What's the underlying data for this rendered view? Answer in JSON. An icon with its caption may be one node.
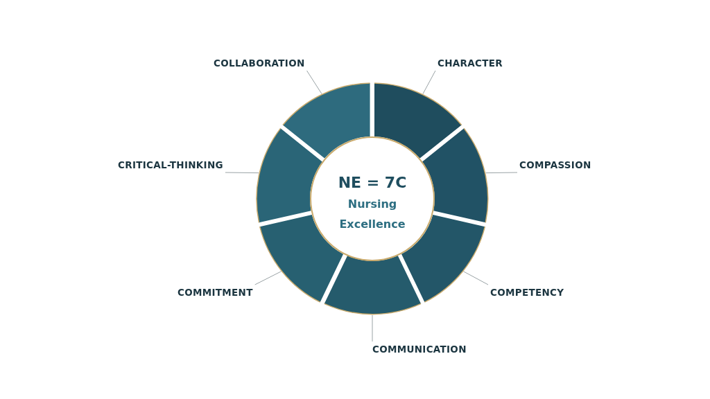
{
  "diagram": {
    "nodes": [
      {
        "text": [
          "NE = 7C",
          "Nursing Excellence"
        ]
      },
      {
        "text": [],
        "shape": "segment"
      },
      {
        "text": [],
        "shape": "segment"
      },
      {
        "text": [],
        "shape": "segment"
      },
      {
        "text": [],
        "shape": "segment"
      },
      {
        "text": [],
        "shape": "segment"
      },
      {
        "text": [],
        "shape": "segment"
      },
      {
        "text": [],
        "shape": "segment"
      },
      {
        "text": [
          "CHARACTER"
        ]
      },
      {
        "text": [
          "COMPASSION"
        ]
      },
      {
        "text": [
          "COMPETENCY"
        ]
      },
      {
        "text": [
          "COMMUNICATION"
        ]
      },
      {
        "text": [
          "COMMITMENT"
        ]
      },
      {
        "text": [
          "CRITICAL-THINKING"
        ]
      },
      {
        "text": [
          "COLLABORATION"
        ]
      }
    ],
    "edges": [
      {
        "from": 8,
        "to": 1,
        "arrow": "none"
      },
      {
        "from": 9,
        "to": 2,
        "arrow": "none"
      },
      {
        "from": 10,
        "to": 3,
        "arrow": "none"
      },
      {
        "from": 11,
        "to": 4,
        "arrow": "none"
      },
      {
        "from": 12,
        "to": 5,
        "arrow": "none"
      },
      {
        "from": 13,
        "to": 6,
        "arrow": "none"
      },
      {
        "from": 14,
        "to": 7,
        "arrow": "none"
      }
    ]
  }
}
